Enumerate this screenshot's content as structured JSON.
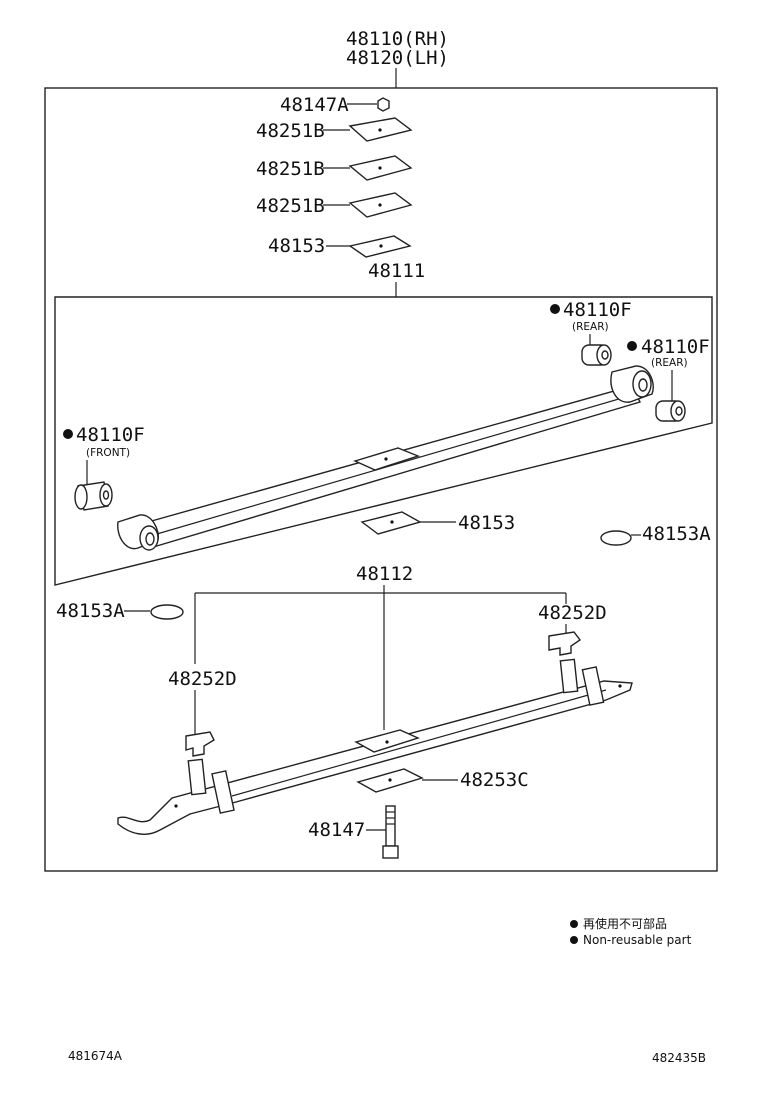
{
  "assembly": {
    "number_rh": "48110(RH)",
    "number_lh": "48120(LH)"
  },
  "parts": {
    "p48147A": "48147A",
    "p48251B_1": "48251B",
    "p48251B_2": "48251B",
    "p48251B_3": "48251B",
    "p48153_top": "48153",
    "p48111": "48111",
    "p48110F_rear1": "48110F",
    "p48110F_rear1_sub": "(REAR)",
    "p48110F_rear2": "48110F",
    "p48110F_rear2_sub": "(REAR)",
    "p48110F_front": "48110F",
    "p48110F_front_sub": "(FRONT)",
    "p48153_mid": "48153",
    "p48153A_right": "48153A",
    "p48112": "48112",
    "p48153A_left": "48153A",
    "p48252D_right": "48252D",
    "p48252D_left": "48252D",
    "p48253C": "48253C",
    "p48147": "48147"
  },
  "legend": {
    "line_jp": "再使用不可部品",
    "line_en": "Non-reusable part"
  },
  "footer": {
    "left_code": "481674A",
    "right_code": "482435B"
  }
}
